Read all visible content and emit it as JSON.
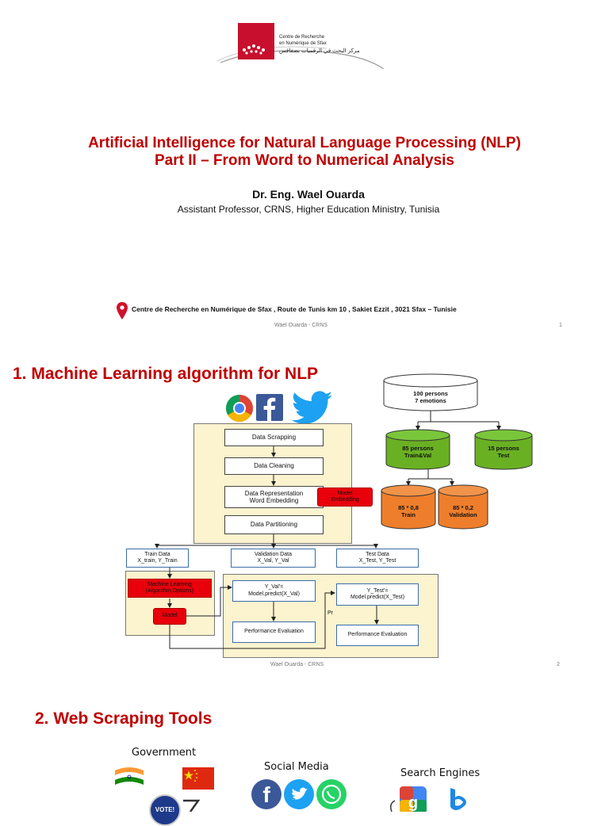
{
  "slide1": {
    "logo": {
      "line1": "Centre de Recherche",
      "line2": "en Numérique de Sfax",
      "arabic": "مركز البحث في الرقميات بصفاقس"
    },
    "title_line1": "Artificial Intelligence for Natural Language Processing (NLP)",
    "title_line2": "Part II – From Word to Numerical Analysis",
    "author": "Dr. Eng. Wael Ouarda",
    "affiliation": "Assistant Professor, CRNS, Higher Education Ministry, Tunisia",
    "address": "Centre de Recherche en Numérique de Sfax , Route de Tunis km 10 , Sakiet Ezzit , 3021 Sfax – Tunisie",
    "footer": "Wael Ouarda - CRNS",
    "page": "1"
  },
  "slide2": {
    "title": "1. Machine Learning algorithm for NLP",
    "pipeline": {
      "scrapping": "Data Scrapping",
      "cleaning": "Data Cleaning",
      "representation_line1": "Data Representation",
      "representation_line2": "Word Embedding",
      "model_embedding_line1": "Model",
      "model_embedding_line2": "Embedding",
      "partitioning": "Data Partitioning"
    },
    "splits": {
      "train_line1": "Train Data",
      "train_line2": "X_train, Y_Train",
      "val_line1": "Validation Data",
      "val_line2": "X_Val, Y_Val",
      "test_line1": "Test Data",
      "test_line2": "X_Test, Y_Test"
    },
    "learning": {
      "ml_line1": "Machine Learning",
      "ml_line2": "(Algorithm,Options)",
      "model": "Model",
      "yval_line1": "Y_Val'=",
      "yval_line2": "Model.predict(X_Val)",
      "ytest_line1": "Y_Test'=",
      "ytest_line2": "Model.predict(X_Test)",
      "pr": "Pr",
      "perf1": "Performance Evaluation",
      "perf2": "Performance Evaluation"
    },
    "dataset": {
      "total_line1": "100 persons",
      "total_line2": "7 emotions",
      "trainval_line1": "85 persons",
      "trainval_line2": "Train&Val",
      "test_line1": "15 persons",
      "test_line2": "Test",
      "train_line1": "85 * 0,8",
      "train_line2": "Train",
      "val_line1": "85 * 0,2",
      "val_line2": "Validation"
    },
    "footer": "Wael Ouarda - CRNS",
    "page": "2"
  },
  "slide3": {
    "title": "2. Web Scraping Tools",
    "government": "Government",
    "social_media": "Social Media",
    "search_engines": "Search Engines",
    "vote_badge": "VOTE!"
  },
  "colors": {
    "title_red": "#c00000",
    "panel_yellow": "#fcf3cf",
    "cyl_green": "#6ab023",
    "cyl_orange": "#ee7e2b",
    "model_red": "#e8000b"
  }
}
